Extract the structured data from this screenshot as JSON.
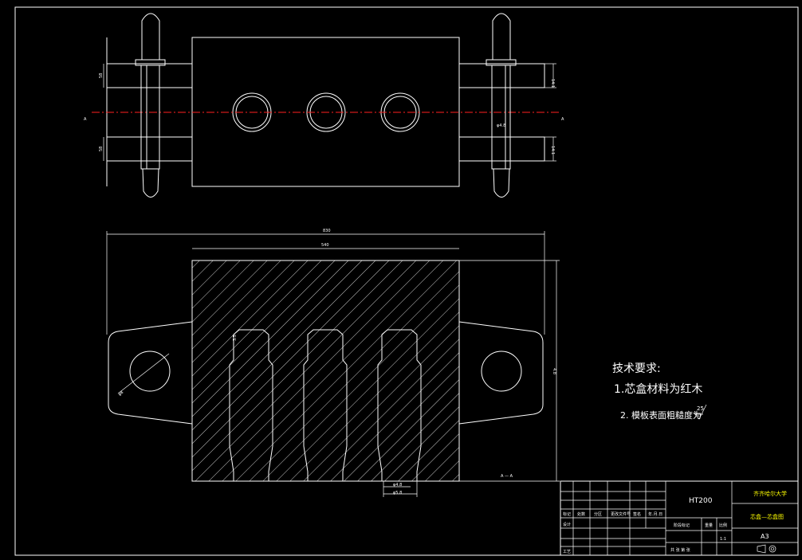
{
  "notes": {
    "title": "技术要求:",
    "item1": "1.芯盒材料为红木",
    "item2": "2. 模板表面粗糙度为",
    "roughness": "25"
  },
  "dimensions": {
    "top_height_left1": "58",
    "top_height_left2": "58",
    "top_height_right1": "14.1",
    "top_height_right2": "14.1",
    "pin_width": "φ4.8",
    "overall_width": "830",
    "core_width": "540",
    "overall_height": "4.8",
    "hole_diameter": "φ8",
    "bottom_small": "φ4.8",
    "bottom_large": "φ5.8",
    "core_label": "3.5",
    "section_mark": "A — A",
    "section_a_left": "A",
    "section_a_right": "A"
  },
  "title_block": {
    "material": "HT200",
    "school": "齐齐哈尔大学",
    "drawing_name": "芯盒—芯盒图",
    "paper_size": "A3",
    "scale": "1:1",
    "row_labels": [
      "标记",
      "处数",
      "分区",
      "更改文件号",
      "签名",
      "年.月.日"
    ],
    "design_label": "设计",
    "stage_label": "阶段标记",
    "weight_label": "重量",
    "scale_label": "比例",
    "sheet_label": "共 张  第 张",
    "process_label": "工艺"
  }
}
